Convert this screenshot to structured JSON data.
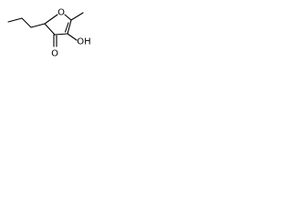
{
  "structure": {
    "ring_oxygen_label": "O",
    "hydroxyl_label": "OH",
    "carbonyl_oxygen_label": "O"
  },
  "colors": {
    "bond": "#000000",
    "background": "#ffffff"
  }
}
